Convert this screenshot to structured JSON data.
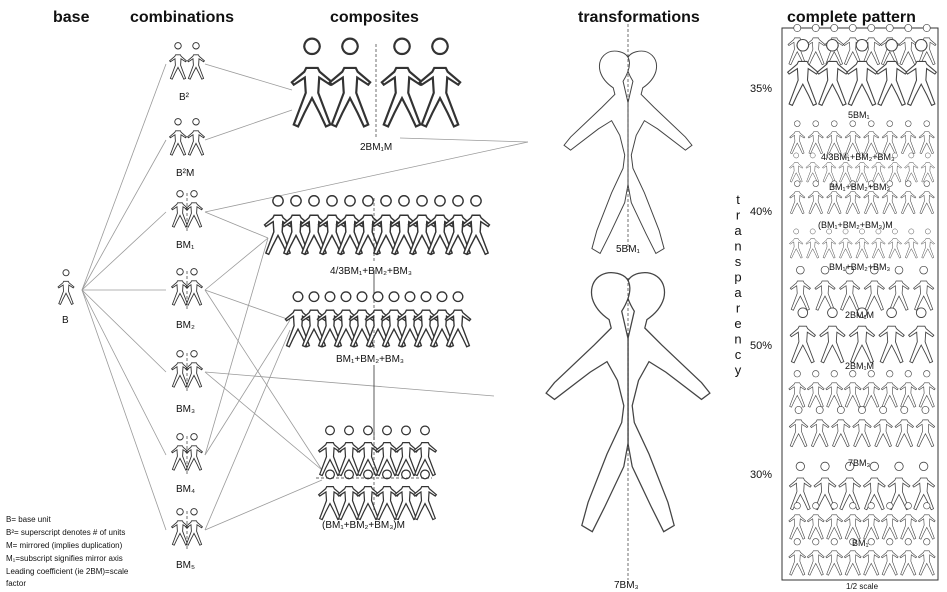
{
  "headers": {
    "base": "base",
    "combinations": "combinations",
    "composites": "composites",
    "transformations": "transformations",
    "complete_pattern": "complete pattern"
  },
  "base_label": "B",
  "combination_labels": [
    "B²",
    "B²M",
    "BM₁",
    "BM₂",
    "BM₃",
    "BM₄",
    "BM₅"
  ],
  "composite_labels": [
    "2BM₁M",
    "4/3BM₁+BM₂+BM₃",
    "BM₁+BM₂+BM₃",
    "(BM₁+BM₂+BM₃)M"
  ],
  "transformation_labels": [
    "5BM₁",
    "7BM₃"
  ],
  "transparency_word": "transparency",
  "percentages": [
    "35%",
    "40%",
    "50%",
    "30%"
  ],
  "pattern_labels": [
    "5BM₁",
    "4/3BM₁+BM₂+BM₃",
    "BM₁+BM₂+BM₃",
    "(BM₁+BM₂+BM₃)M",
    "BM₁+BM₂+BM₃",
    "2BM₁M",
    "2BM₁M",
    "7BM₃",
    "BM₁"
  ],
  "scale_note": "1/2 scale",
  "legend": [
    "B= base unit",
    "B²= superscript denotes # of units",
    "M= mirrored (implies duplication)",
    "M₁=subscript signifies mirror axis",
    "Leading coefficient (ie 2BM)=scale",
    "factor"
  ]
}
